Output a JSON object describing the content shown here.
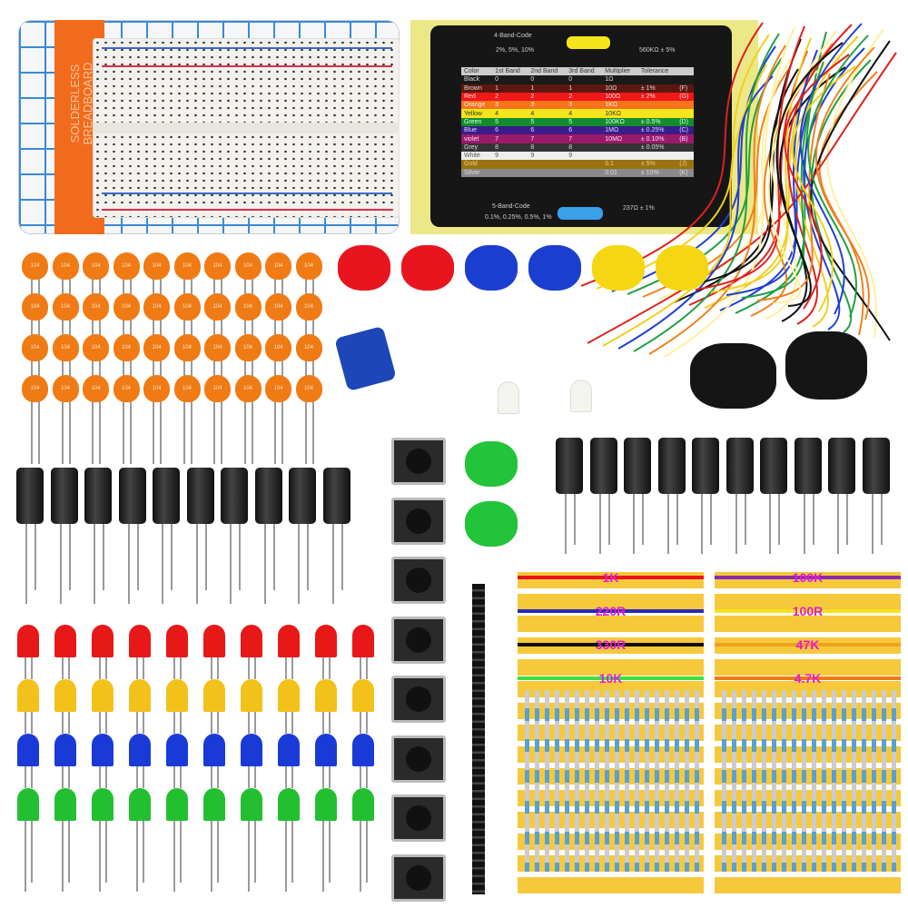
{
  "breadboard": {
    "label_line1": "SOLDERLESS",
    "label_line2": "BREADBOARD"
  },
  "color_code": {
    "four_band": {
      "title": "4-Band-Code",
      "tolerances": "2%, 5%, 10%",
      "example": "560KΩ ± 5%"
    },
    "five_band": {
      "title": "5-Band-Code",
      "tolerances": "0.1%, 0.25%, 0.5%, 1%",
      "example": "237Ω ± 1%"
    },
    "headers": [
      "Color",
      "1st Band",
      "2nd Band",
      "3rd Band",
      "Multiplier",
      "Tolerance",
      ""
    ],
    "rows": [
      {
        "cells": [
          "Black",
          "0",
          "0",
          "0",
          "1Ω",
          "",
          ""
        ],
        "bg": "#1a1a1a",
        "fg": "#ddd"
      },
      {
        "cells": [
          "Brown",
          "1",
          "1",
          "1",
          "10Ω",
          "± 1%",
          "(F)"
        ],
        "bg": "#5c1810",
        "fg": "#ddd"
      },
      {
        "cells": [
          "Red",
          "2",
          "2",
          "2",
          "100Ω",
          "± 2%",
          "(G)"
        ],
        "bg": "#f01818",
        "fg": "#fdd"
      },
      {
        "cells": [
          "Orange",
          "3",
          "3",
          "3",
          "1KΩ",
          "",
          ""
        ],
        "bg": "#f7741a",
        "fg": "#fee"
      },
      {
        "cells": [
          "Yellow",
          "4",
          "4",
          "4",
          "10KΩ",
          "",
          ""
        ],
        "bg": "#f5e51a",
        "fg": "#333"
      },
      {
        "cells": [
          "Green",
          "5",
          "5",
          "5",
          "100KΩ",
          "± 0.5%",
          "(D)"
        ],
        "bg": "#128c2e",
        "fg": "#dfd"
      },
      {
        "cells": [
          "Blue",
          "6",
          "6",
          "6",
          "1MΩ",
          "± 0.25%",
          "(C)"
        ],
        "bg": "#3a1c8a",
        "fg": "#ddf"
      },
      {
        "cells": [
          "violet",
          "7",
          "7",
          "7",
          "10MΩ",
          "± 0.10%",
          "(B)"
        ],
        "bg": "#9a1a6a",
        "fg": "#fdf"
      },
      {
        "cells": [
          "Grey",
          "8",
          "8",
          "8",
          "",
          "± 0.05%",
          ""
        ],
        "bg": "#333",
        "fg": "#ddd"
      },
      {
        "cells": [
          "White",
          "9",
          "9",
          "9",
          "",
          "",
          ""
        ],
        "bg": "#eee",
        "fg": "#555"
      },
      {
        "cells": [
          "Gold",
          "",
          "",
          "",
          "0.1",
          "± 5%",
          "(J)"
        ],
        "bg": "#9a7210",
        "fg": "#e8d080"
      },
      {
        "cells": [
          "Silver",
          "",
          "",
          "",
          "0.01",
          "± 10%",
          "(K)"
        ],
        "bg": "#8a8a8a",
        "fg": "#ddd"
      }
    ]
  },
  "ceramic_capacitor": {
    "marking": "104",
    "color": "#f07a14"
  },
  "button_caps": {
    "colors": [
      "#e8141e",
      "#e8141e",
      "#1a3fd0",
      "#1a3fd0",
      "#f5d612",
      "#f5d612"
    ],
    "green": "#22c43a"
  },
  "led_colors": [
    "#e81818",
    "#f2c21a",
    "#1a3ad8",
    "#22c030"
  ],
  "resistors": {
    "left": [
      {
        "label": "1K",
        "band": "#e8141e"
      },
      {
        "label": "220R",
        "band": "#2a2ab8"
      },
      {
        "label": "330R",
        "band": "#111"
      },
      {
        "label": "10K",
        "band": "#40e040"
      }
    ],
    "right": [
      {
        "label": "100K",
        "band": "#8a2ab0"
      },
      {
        "label": "100R",
        "band": "#f5e51a"
      },
      {
        "label": "47K",
        "band": "#f0a020"
      },
      {
        "label": "4.7K",
        "band": "#f07a14"
      }
    ]
  }
}
